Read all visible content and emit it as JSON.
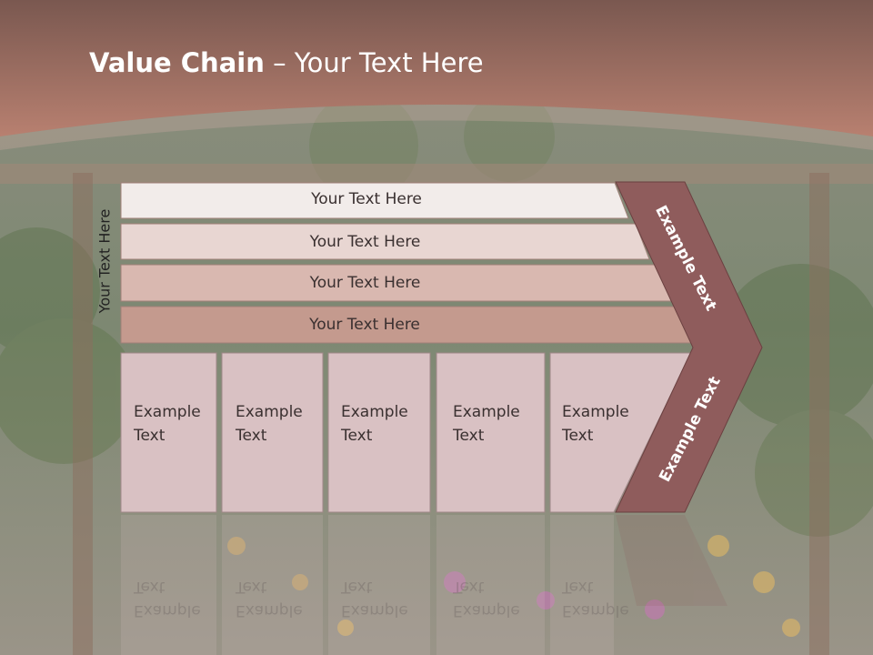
{
  "slide": {
    "title_bold": "Value Chain",
    "title_rest": " – Your Text Here",
    "side_label": "Your Text Here"
  },
  "bars": [
    {
      "label": "Your Text Here"
    },
    {
      "label": "Your Text Here"
    },
    {
      "label": "Your Text Here"
    },
    {
      "label": "Your Text Here"
    }
  ],
  "columns": [
    {
      "text": "Example\nText"
    },
    {
      "text": "Example\nText"
    },
    {
      "text": "Example\nText"
    },
    {
      "text": "Example\nText"
    },
    {
      "text": "Example\nText"
    }
  ],
  "chevron": {
    "upper_label": "Example Text",
    "lower_label": "Example Text"
  },
  "colors": {
    "header": "#9a6a60",
    "chevron": "#8f5c5c",
    "bar1": "#f2ecea",
    "bar2": "#e8d6d2",
    "bar3": "#d9b8b0",
    "bar4": "#c49a8e",
    "column": "#d9c1c3"
  }
}
